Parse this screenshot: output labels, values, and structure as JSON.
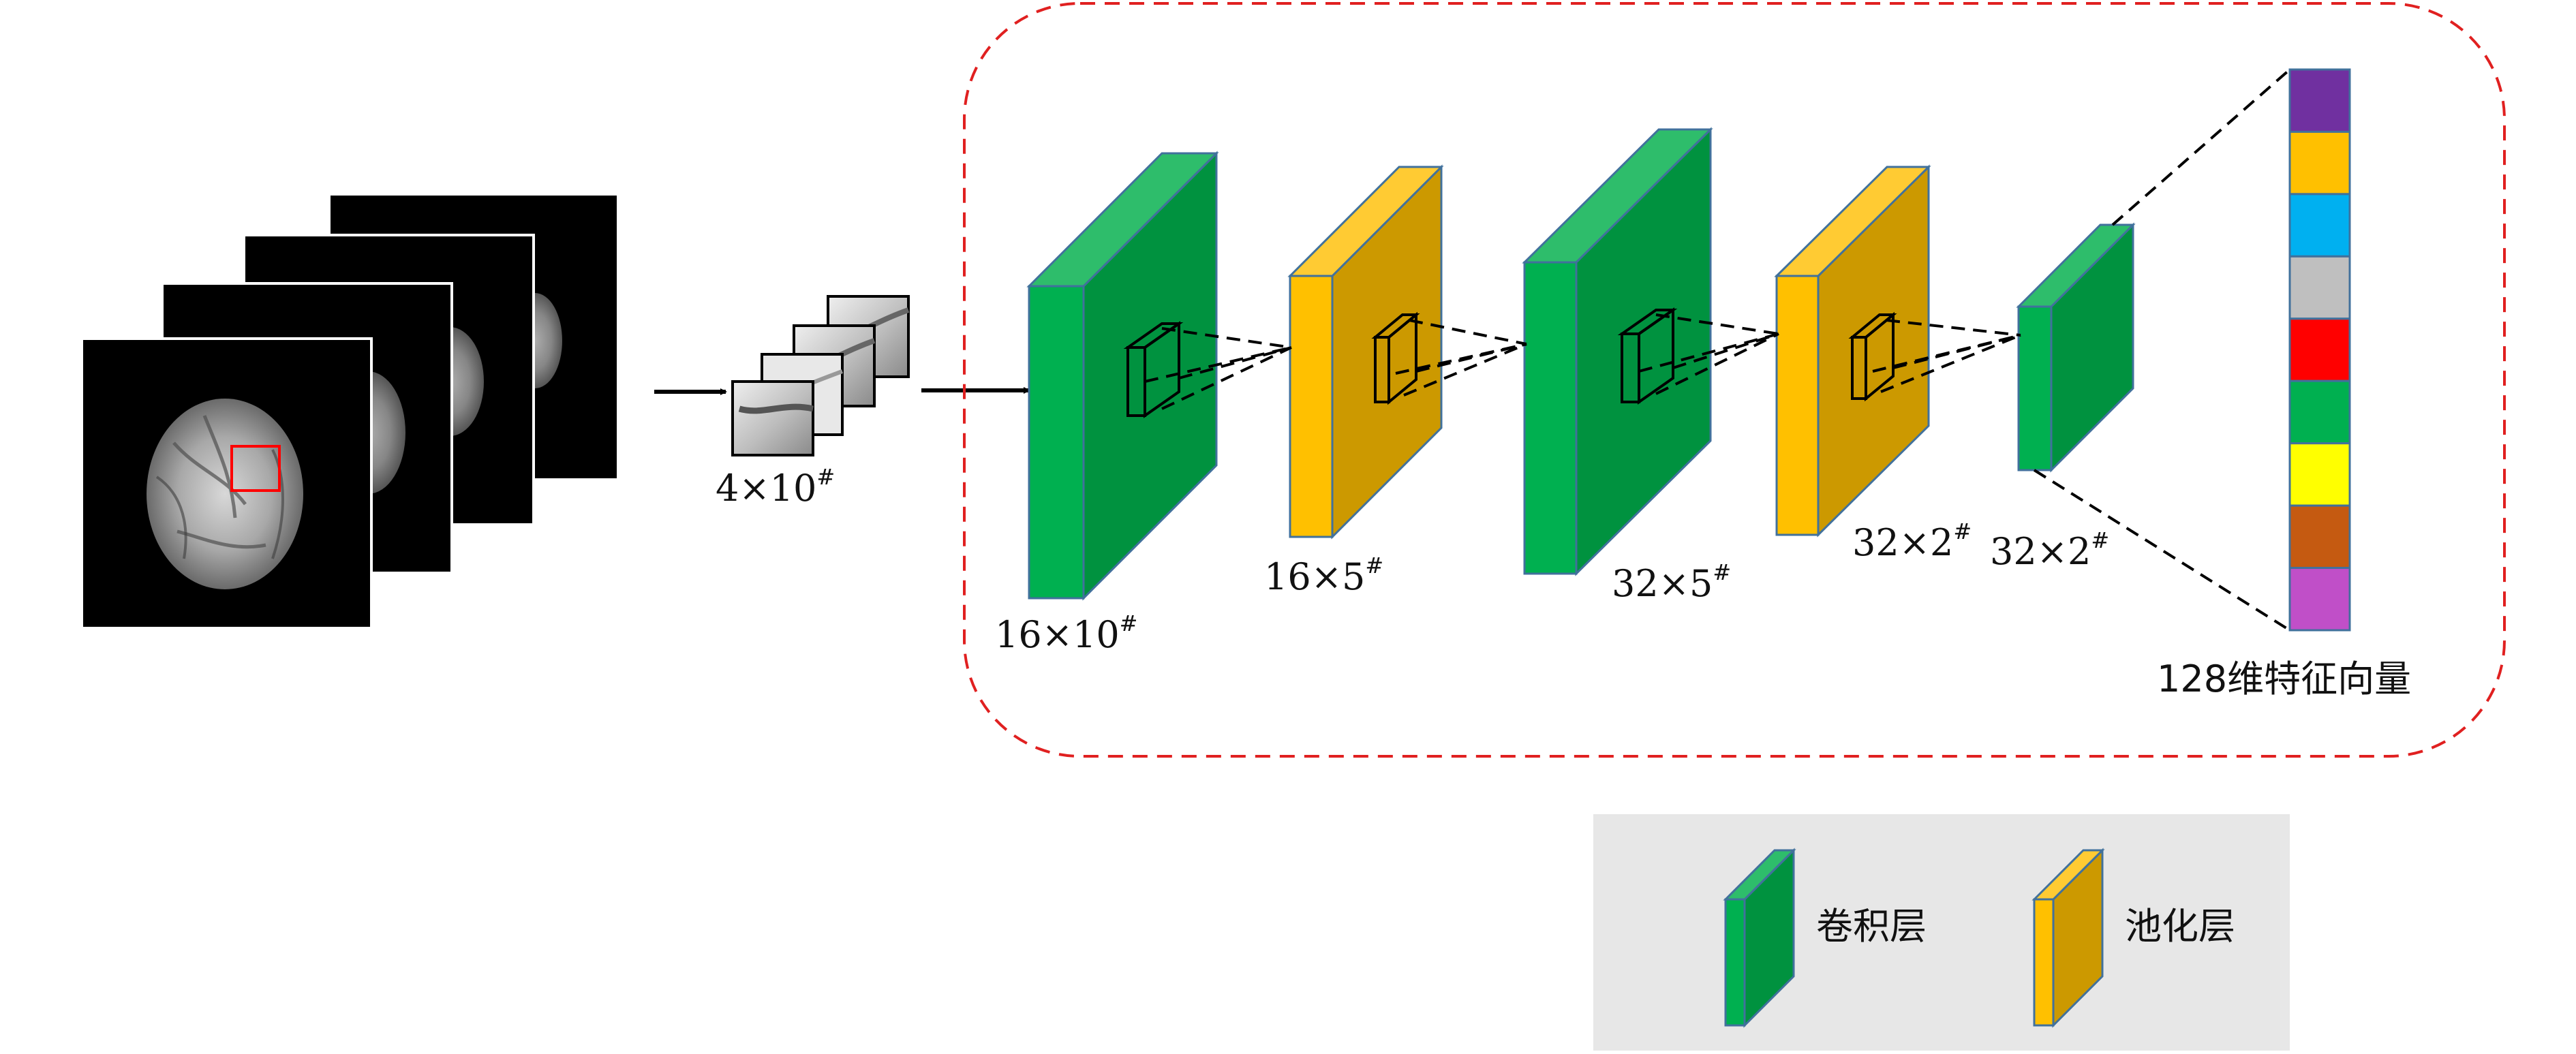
{
  "labels": {
    "patch_size": "4×10",
    "conv1": "16×10",
    "pool1": "16×5",
    "conv2": "32×5",
    "pool2": "32×2",
    "conv3": "32×2",
    "superscript": "#",
    "feature_vector": "128维特征向量"
  },
  "legend": {
    "conv": "卷积层",
    "pool": "池化层"
  },
  "colors": {
    "conv_front": "#00b050",
    "conv_side": "#00923f",
    "conv_top": "#2ebd6b",
    "pool_front": "#ffc000",
    "pool_side": "#cc9900",
    "pool_top": "#ffcb33",
    "dashed_border": "#e02020",
    "legend_bg": "#e7e7e7",
    "roi_box": "#ff0000"
  },
  "feature_vector_colors": [
    "#7030a0",
    "#ffc000",
    "#00b0f0",
    "#bfbfbf",
    "#ff0000",
    "#00b050",
    "#ffff00",
    "#c55a11",
    "#c04fc8"
  ]
}
